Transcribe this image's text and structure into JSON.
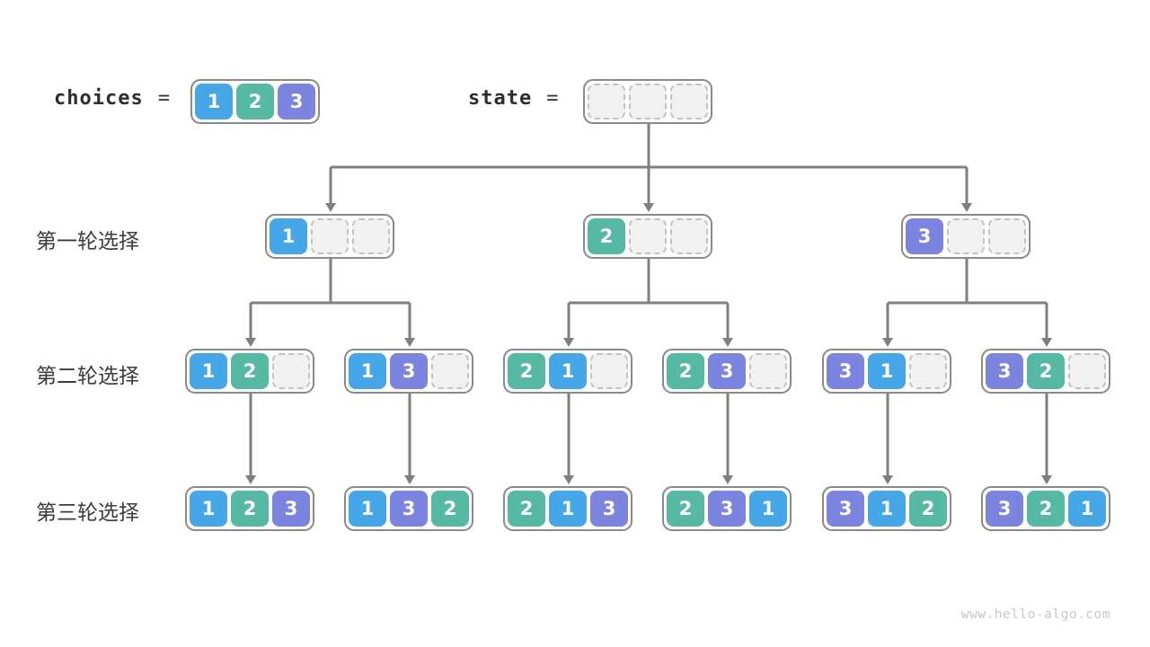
{
  "diagram": {
    "choices": {
      "label": "choices",
      "equals": "=",
      "cells": [
        "1",
        "2",
        "3"
      ]
    },
    "state": {
      "label": "state",
      "equals": "=",
      "cells": [
        "",
        "",
        ""
      ]
    },
    "rounds": [
      {
        "label": "第一轮选择",
        "boxes": [
          [
            "1",
            "",
            ""
          ],
          [
            "2",
            "",
            ""
          ],
          [
            "3",
            "",
            ""
          ]
        ]
      },
      {
        "label": "第二轮选择",
        "boxes": [
          [
            "1",
            "2",
            ""
          ],
          [
            "1",
            "3",
            ""
          ],
          [
            "2",
            "1",
            ""
          ],
          [
            "2",
            "3",
            ""
          ],
          [
            "3",
            "1",
            ""
          ],
          [
            "3",
            "2",
            ""
          ]
        ]
      },
      {
        "label": "第三轮选择",
        "boxes": [
          [
            "1",
            "2",
            "3"
          ],
          [
            "1",
            "3",
            "2"
          ],
          [
            "2",
            "1",
            "3"
          ],
          [
            "2",
            "3",
            "1"
          ],
          [
            "3",
            "1",
            "2"
          ],
          [
            "3",
            "2",
            "1"
          ]
        ]
      }
    ],
    "watermark": "www.hello-algo.com",
    "colors": {
      "value_1": "#45a6e8",
      "value_2": "#55b9a4",
      "value_3": "#7b84de",
      "empty_cell_fill": "#f1f1f1",
      "empty_cell_border": "#c3c3c3",
      "box_border": "#8a8a8a",
      "arrow": "#7f7f7f",
      "label_text": "#3c3c3c",
      "watermark_text": "#c8c8c8"
    }
  }
}
